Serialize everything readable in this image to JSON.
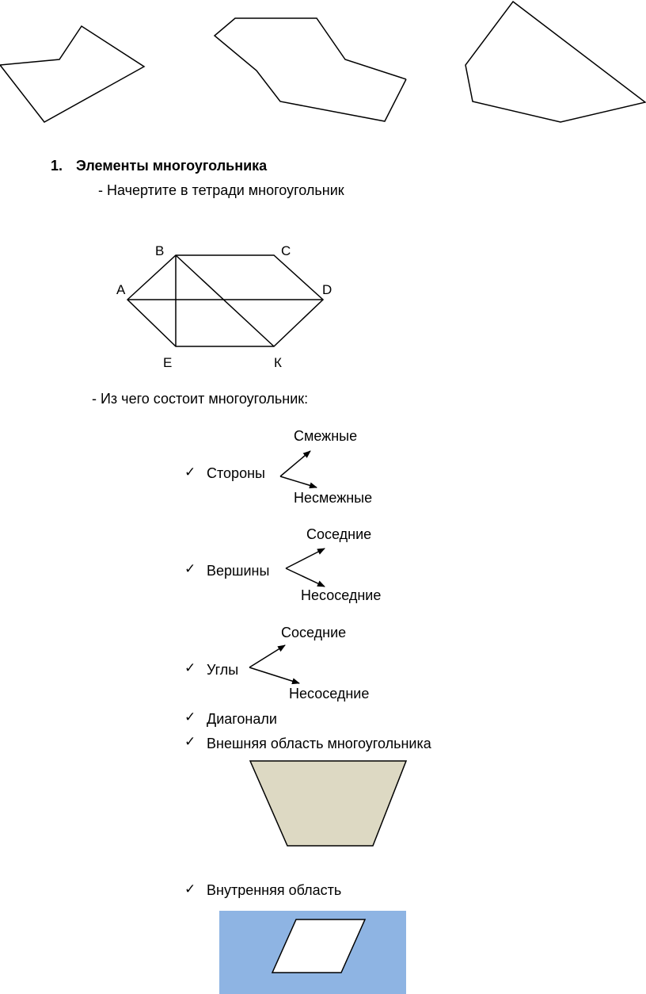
{
  "section": {
    "number": "1.",
    "title": "Элементы многоугольника",
    "task": "- Начертите в тетради многоугольник",
    "question": "- Из чего состоит многоугольник:"
  },
  "diagram_labels": {
    "A": "A",
    "B": "B",
    "C": "C",
    "D": "D",
    "E": "E",
    "K": "К"
  },
  "elements": [
    {
      "check": "✓",
      "label": "Стороны",
      "upper": "Смежные",
      "lower": "Несмежные"
    },
    {
      "check": "✓",
      "label": "Вершины",
      "upper": "Соседние",
      "lower": "Несоседние"
    },
    {
      "check": "✓",
      "label": "Углы",
      "upper": "Соседние",
      "lower": "Несоседние"
    },
    {
      "check": "✓",
      "label": "Диагонали"
    },
    {
      "check": "✓",
      "label": "Внешняя область многоугольника"
    },
    {
      "check": "✓",
      "label": "Внутренняя область"
    }
  ],
  "colors": {
    "outer_region_fill": "#ddd9c3",
    "inner_region_background": "#8eb4e3",
    "inner_shape_fill": "#ffffff"
  }
}
